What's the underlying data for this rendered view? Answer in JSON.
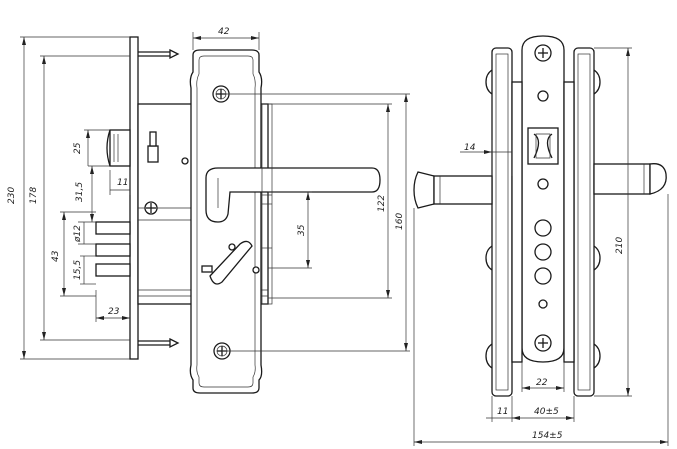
{
  "drawing": {
    "front_view": {
      "dims": {
        "total_height": "230",
        "height_178": "178",
        "width_42": "42",
        "d25": "25",
        "d11": "11",
        "d31_5": "31,5",
        "d12": "ø12",
        "d43": "43",
        "d15_5": "15,5",
        "d23": "23",
        "d35": "35",
        "d122": "122",
        "d160": "160"
      }
    },
    "side_view": {
      "dims": {
        "d14": "14",
        "d210": "210",
        "d22": "22",
        "d11": "11",
        "d40": "40±5",
        "d154": "154±5"
      }
    }
  }
}
